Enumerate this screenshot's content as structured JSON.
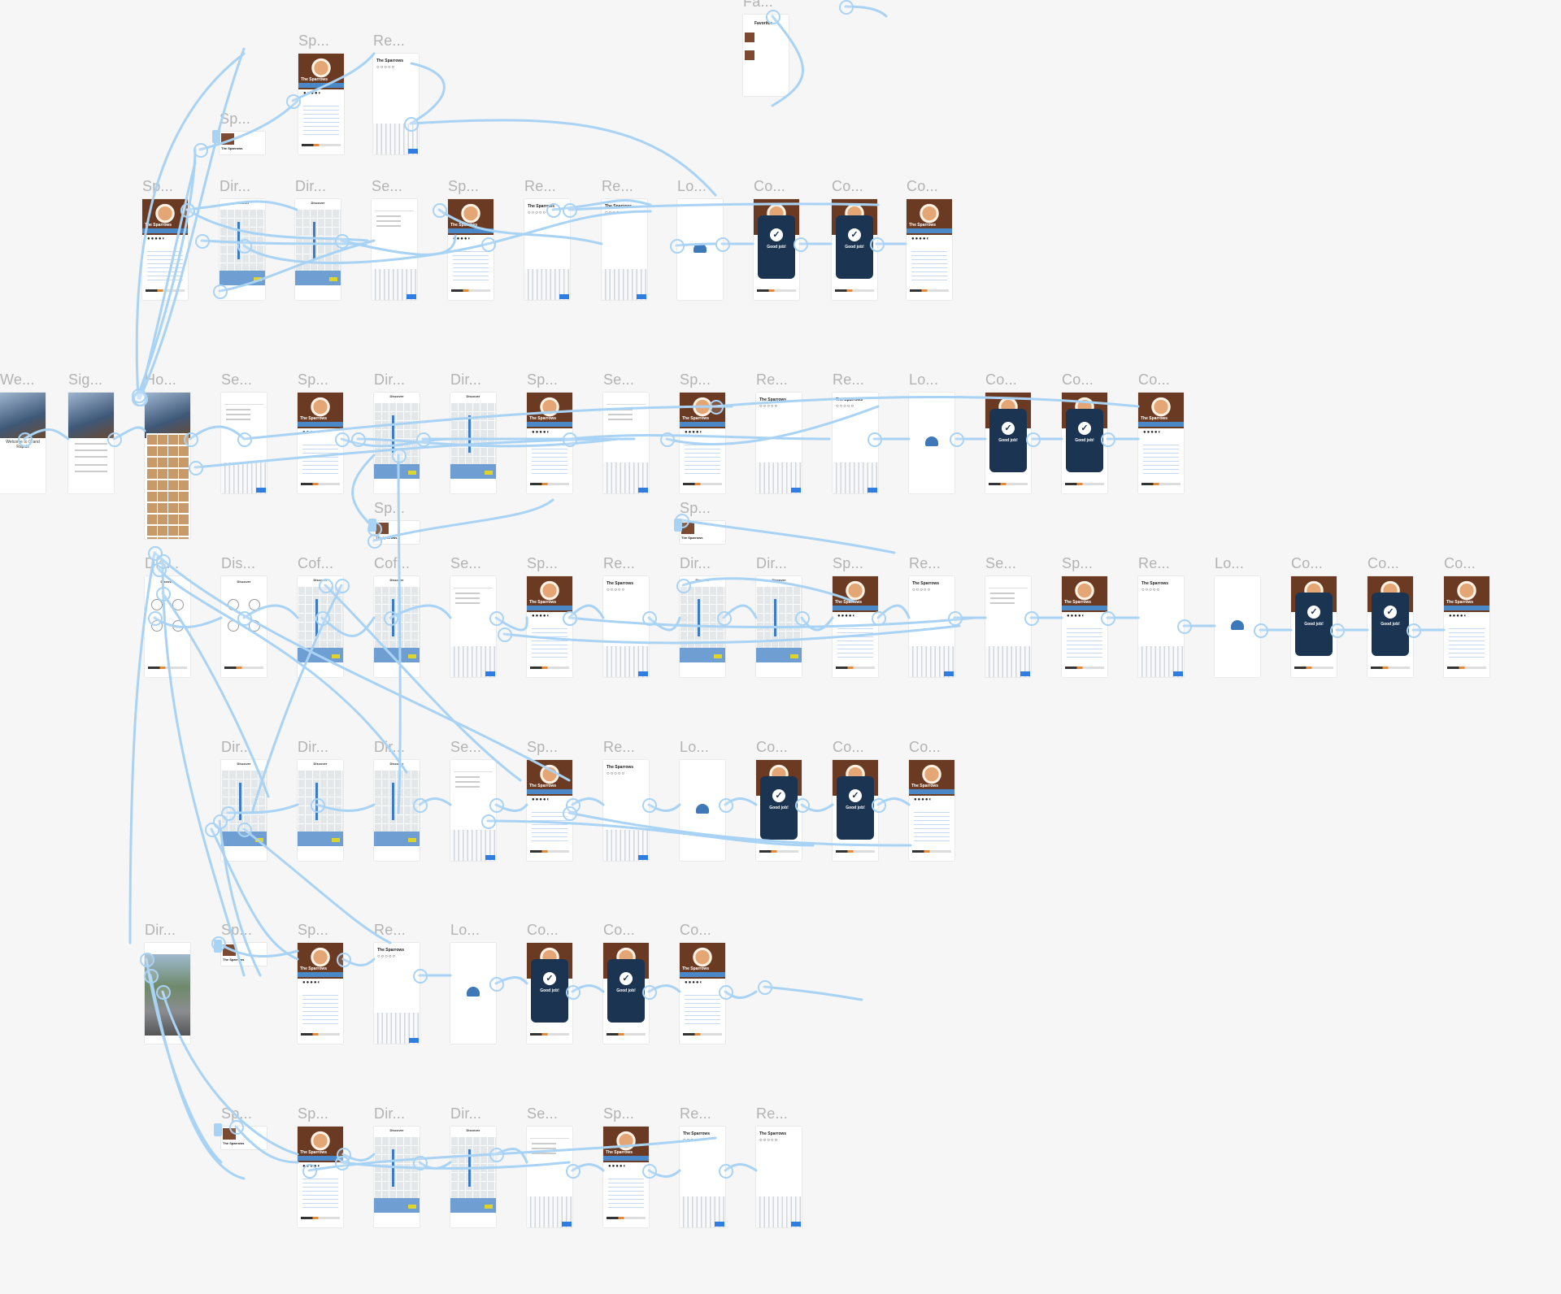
{
  "colors": {
    "canvas_background": "#f6f6f6",
    "link": "#a9d3f5",
    "brand_blue": "#4a88c7",
    "complete_dark": "#1b3452",
    "label": "#b3b3b3"
  },
  "artboards": [
    {
      "id": "ab1",
      "label": "Sp...",
      "kind": "spot"
    },
    {
      "id": "ab2",
      "label": "Re...",
      "kind": "review"
    },
    {
      "id": "ab3",
      "label": "Sp...",
      "kind": "minicard"
    },
    {
      "id": "ab4",
      "label": "Fa...",
      "kind": "favorites"
    },
    {
      "id": "ab5",
      "label": "Sp...",
      "kind": "spot"
    },
    {
      "id": "ab6",
      "label": "Dir...",
      "kind": "map"
    },
    {
      "id": "ab7",
      "label": "Dir...",
      "kind": "map"
    },
    {
      "id": "ab8",
      "label": "Se...",
      "kind": "search"
    },
    {
      "id": "ab9",
      "label": "Sp...",
      "kind": "spot"
    },
    {
      "id": "ab10",
      "label": "Re...",
      "kind": "review"
    },
    {
      "id": "ab11",
      "label": "Re...",
      "kind": "review"
    },
    {
      "id": "ab12",
      "label": "Lo...",
      "kind": "loading"
    },
    {
      "id": "ab13",
      "label": "Co...",
      "kind": "complete"
    },
    {
      "id": "ab14",
      "label": "Co...",
      "kind": "complete"
    },
    {
      "id": "ab15",
      "label": "Co...",
      "kind": "spot"
    },
    {
      "id": "ab16",
      "label": "We...",
      "kind": "welcome"
    },
    {
      "id": "ab17",
      "label": "Sig...",
      "kind": "signin"
    },
    {
      "id": "ab18",
      "label": "Ho...",
      "kind": "home"
    },
    {
      "id": "ab19",
      "label": "Se...",
      "kind": "search"
    },
    {
      "id": "ab20",
      "label": "Sp...",
      "kind": "spot"
    },
    {
      "id": "ab21",
      "label": "Dir...",
      "kind": "map"
    },
    {
      "id": "ab22",
      "label": "Dir...",
      "kind": "map"
    },
    {
      "id": "ab23",
      "label": "Sp...",
      "kind": "spot"
    },
    {
      "id": "ab24",
      "label": "Se...",
      "kind": "search"
    },
    {
      "id": "ab25",
      "label": "Sp...",
      "kind": "spot"
    },
    {
      "id": "ab26",
      "label": "Re...",
      "kind": "review"
    },
    {
      "id": "ab27",
      "label": "Re...",
      "kind": "review"
    },
    {
      "id": "ab28",
      "label": "Lo...",
      "kind": "loading"
    },
    {
      "id": "ab29",
      "label": "Co...",
      "kind": "complete"
    },
    {
      "id": "ab30",
      "label": "Co...",
      "kind": "complete"
    },
    {
      "id": "ab31",
      "label": "Co...",
      "kind": "spot"
    },
    {
      "id": "ab32",
      "label": "Sp...",
      "kind": "minicard"
    },
    {
      "id": "ab33",
      "label": "Sp...",
      "kind": "minicard"
    },
    {
      "id": "ab34",
      "label": "Dis...",
      "kind": "discover"
    },
    {
      "id": "ab35",
      "label": "Dis...",
      "kind": "discover"
    },
    {
      "id": "ab36",
      "label": "Cof...",
      "kind": "map"
    },
    {
      "id": "ab37",
      "label": "Cof...",
      "kind": "map"
    },
    {
      "id": "ab38",
      "label": "Se...",
      "kind": "search"
    },
    {
      "id": "ab39",
      "label": "Sp...",
      "kind": "spot"
    },
    {
      "id": "ab40",
      "label": "Re...",
      "kind": "review"
    },
    {
      "id": "ab41",
      "label": "Dir...",
      "kind": "map"
    },
    {
      "id": "ab42",
      "label": "Dir...",
      "kind": "map"
    },
    {
      "id": "ab43",
      "label": "Sp...",
      "kind": "spot"
    },
    {
      "id": "ab44",
      "label": "Re...",
      "kind": "review"
    },
    {
      "id": "ab45",
      "label": "Se...",
      "kind": "search"
    },
    {
      "id": "ab46",
      "label": "Sp...",
      "kind": "spot"
    },
    {
      "id": "ab47",
      "label": "Re...",
      "kind": "review"
    },
    {
      "id": "ab48",
      "label": "Lo...",
      "kind": "loading"
    },
    {
      "id": "ab49",
      "label": "Co...",
      "kind": "complete"
    },
    {
      "id": "ab50",
      "label": "Co...",
      "kind": "complete"
    },
    {
      "id": "ab51",
      "label": "Co...",
      "kind": "spot"
    },
    {
      "id": "ab52",
      "label": "Dir...",
      "kind": "map"
    },
    {
      "id": "ab53",
      "label": "Dir...",
      "kind": "map"
    },
    {
      "id": "ab54",
      "label": "Dir...",
      "kind": "map"
    },
    {
      "id": "ab55",
      "label": "Se...",
      "kind": "search"
    },
    {
      "id": "ab56",
      "label": "Sp...",
      "kind": "spot"
    },
    {
      "id": "ab57",
      "label": "Re...",
      "kind": "review"
    },
    {
      "id": "ab58",
      "label": "Lo...",
      "kind": "loading"
    },
    {
      "id": "ab59",
      "label": "Co...",
      "kind": "complete"
    },
    {
      "id": "ab60",
      "label": "Co...",
      "kind": "complete"
    },
    {
      "id": "ab61",
      "label": "Co...",
      "kind": "spot"
    },
    {
      "id": "ab62",
      "label": "Dir...",
      "kind": "street"
    },
    {
      "id": "ab63",
      "label": "Sp...",
      "kind": "minicard"
    },
    {
      "id": "ab64",
      "label": "Sp...",
      "kind": "spot"
    },
    {
      "id": "ab65",
      "label": "Re...",
      "kind": "review"
    },
    {
      "id": "ab66",
      "label": "Lo...",
      "kind": "loading"
    },
    {
      "id": "ab67",
      "label": "Co...",
      "kind": "complete"
    },
    {
      "id": "ab68",
      "label": "Co...",
      "kind": "complete"
    },
    {
      "id": "ab69",
      "label": "Co...",
      "kind": "spot"
    },
    {
      "id": "ab70",
      "label": "Sp...",
      "kind": "minicard"
    },
    {
      "id": "ab71",
      "label": "Sp...",
      "kind": "spot"
    },
    {
      "id": "ab72",
      "label": "Dir...",
      "kind": "map"
    },
    {
      "id": "ab73",
      "label": "Dir...",
      "kind": "map"
    },
    {
      "id": "ab74",
      "label": "Se...",
      "kind": "search"
    },
    {
      "id": "ab75",
      "label": "Sp...",
      "kind": "spot"
    },
    {
      "id": "ab76",
      "label": "Re...",
      "kind": "review"
    },
    {
      "id": "ab77",
      "label": "Re...",
      "kind": "review"
    }
  ],
  "screen_text": {
    "spot_title": "The Sparrows",
    "good_job": "Good job!",
    "discover_title": "Discover",
    "favorites_title": "Favorites",
    "welcome_text": "Welcome to Grand Rapids"
  }
}
